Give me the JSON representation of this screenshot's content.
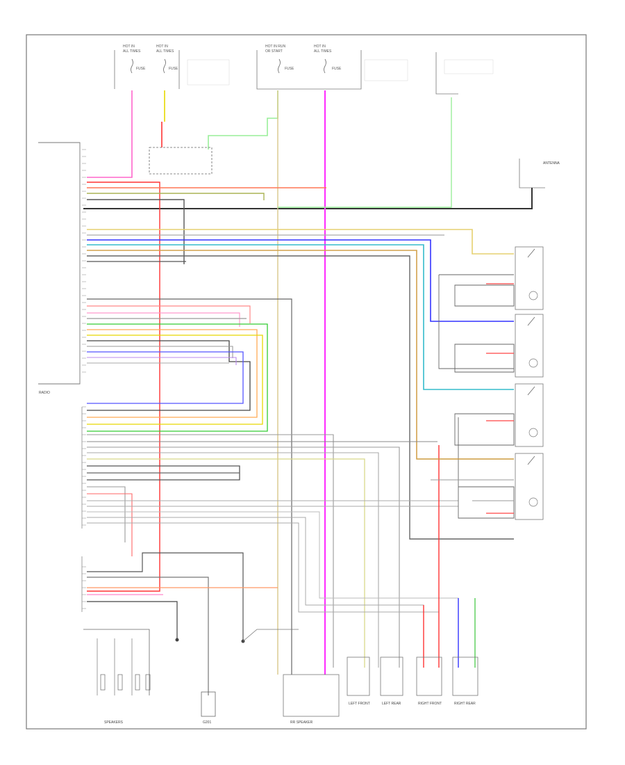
{
  "diagram": {
    "frame_label": "",
    "fuse_boxes": [
      {
        "line1": "HOT IN",
        "line2": "ALL TIMES"
      },
      {
        "line1": "HOT IN",
        "line2": "ALL TIMES"
      },
      {
        "line1": "HOT IN RUN",
        "line2": "OR START"
      },
      {
        "line1": "HOT IN",
        "line2": "ALL TIMES"
      }
    ],
    "fuse_ids": [
      "FUSE",
      "FUSE",
      "FUSE",
      "FUSE"
    ],
    "component_labels": {
      "radio": "RADIO",
      "antenna": "ANTENNA",
      "speakers_front": "SPEAKERS",
      "rear_speakers": "RR SPEAKER",
      "ground": "G201"
    },
    "speaker_names": [
      "LEFT FRONT",
      "LEFT REAR",
      "RIGHT FRONT",
      "RIGHT REAR"
    ]
  },
  "colors": {
    "pink": "#ff66cc",
    "red": "#ff3333",
    "orange": "#ff9933",
    "yellow": "#e6d800",
    "green": "#33cc33",
    "lightgreen": "#99ee99",
    "blue": "#3333ff",
    "violet": "#cc66ff",
    "cyan": "#33bbcc",
    "gray": "#999999",
    "dark": "#333333",
    "magenta": "#ff33ff",
    "tan": "#d2a24d"
  }
}
